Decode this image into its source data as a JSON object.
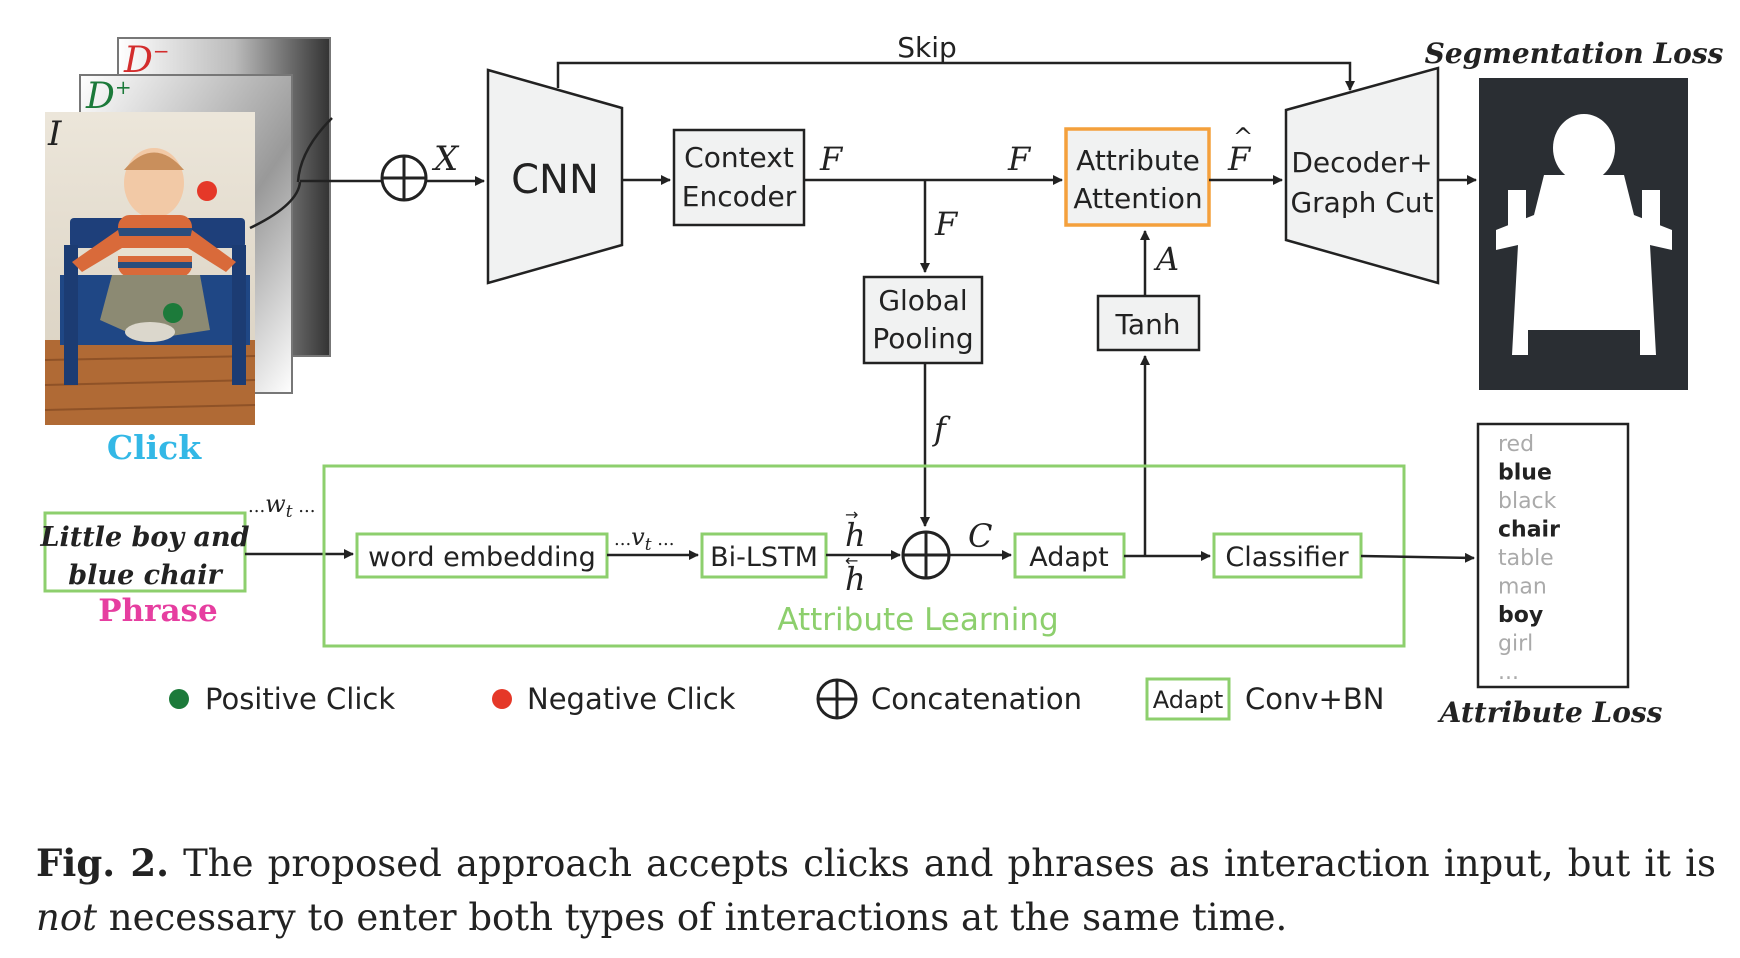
{
  "labels": {
    "skip": "Skip",
    "segmentation_loss": "Segmentation Loss",
    "cnn": "CNN",
    "context_encoder": [
      "Context",
      "Encoder"
    ],
    "attribute_attention": [
      "Attribute",
      "Attention"
    ],
    "decoder_graph_cut": [
      "Decoder+",
      "Graph Cut"
    ],
    "global_pooling": [
      "Global",
      "Pooling"
    ],
    "tanh": "Tanh",
    "click": "Click",
    "phrase": "Phrase",
    "phrase_text": [
      "Little boy and",
      "blue chair"
    ],
    "word_embedding": "word embedding",
    "bilstm": "Bi-LSTM",
    "adapt": "Adapt",
    "classifier": "Classifier",
    "attribute_learning": "Attribute Learning",
    "attribute_loss": "Attribute Loss"
  },
  "symbols": {
    "d_minus": "D",
    "d_plus": "D",
    "i": "I",
    "x": "X",
    "f": "F",
    "f_hat": "F",
    "a": "A",
    "small_f": "f",
    "c": "C",
    "h": "h",
    "w_t": "w",
    "v_t": "v",
    "ellipsis": "..."
  },
  "attributes": [
    {
      "label": "red",
      "bold": false
    },
    {
      "label": "blue",
      "bold": true
    },
    {
      "label": "black",
      "bold": false
    },
    {
      "label": "chair",
      "bold": true
    },
    {
      "label": "table",
      "bold": false
    },
    {
      "label": "man",
      "bold": false
    },
    {
      "label": "boy",
      "bold": true
    },
    {
      "label": "girl",
      "bold": false
    },
    {
      "label": "...",
      "bold": false
    }
  ],
  "legend": {
    "positive": "Positive Click",
    "negative": "Negative Click",
    "concat": "Concatenation",
    "adapt_box": "Adapt",
    "conv_bn": "Conv+BN"
  },
  "caption": {
    "fig": "Fig. 2.",
    "text1": " The proposed approach accepts clicks and phrases as interaction input, but it is ",
    "not": "not",
    "text2": " necessary to enter both types of interactions at the same time."
  },
  "colors": {
    "green": "#8dcf6d",
    "orange": "#f4a03c",
    "cyan": "#33b8e6",
    "magenta": "#e63ea0",
    "box_fill": "#f1f2f2",
    "dot_green": "#1c7a3a",
    "dot_red": "#e53828",
    "dark": "#2a2e33"
  }
}
